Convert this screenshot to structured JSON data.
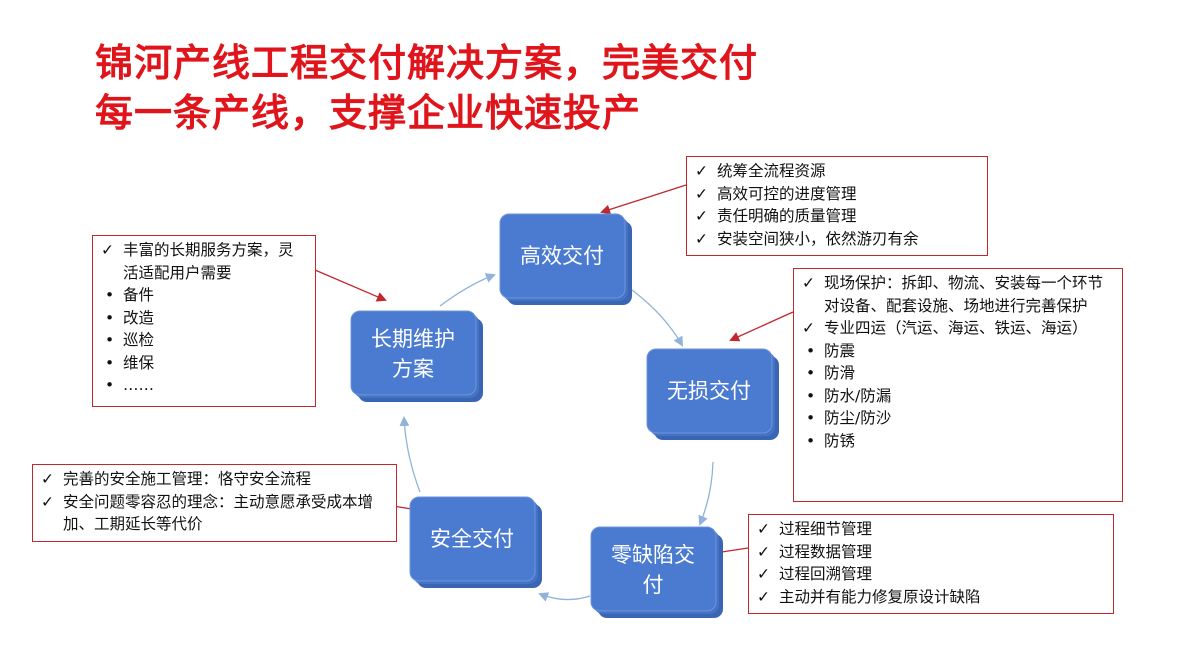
{
  "title": {
    "line1": "锦河产线工程交付解决方案，完美交付",
    "line2": "每一条产线，支撑企业快速投产"
  },
  "colors": {
    "accent": "#e0141b",
    "node": "#4472c4",
    "arrow": "#8fb3d9",
    "border": "#c0282d"
  },
  "nodes": {
    "efficient": [
      "高效交付"
    ],
    "lossless": [
      "无损交付"
    ],
    "zero_defect": [
      "零缺陷交",
      "付"
    ],
    "safety": [
      "安全交付"
    ],
    "maintenance": [
      "长期维护",
      "方案"
    ]
  },
  "boxes": {
    "efficient": {
      "items": [
        {
          "mark": "✓",
          "text": "统筹全流程资源"
        },
        {
          "mark": "✓",
          "text": "高效可控的进度管理"
        },
        {
          "mark": "✓",
          "text": "责任明确的质量管理"
        },
        {
          "mark": "✓",
          "text": "安装空间狭小，依然游刃有余"
        }
      ]
    },
    "lossless": {
      "items": [
        {
          "mark": "✓",
          "text": "现场保护：拆卸、物流、安装每一个环节对设备、配套设施、场地进行完善保护"
        },
        {
          "mark": "✓",
          "text": "专业四运（汽运、海运、铁运、海运）"
        },
        {
          "mark": "•",
          "text": "防震"
        },
        {
          "mark": "•",
          "text": "防滑"
        },
        {
          "mark": "•",
          "text": "防水/防漏"
        },
        {
          "mark": "•",
          "text": "防尘/防沙"
        },
        {
          "mark": "•",
          "text": "防锈"
        }
      ]
    },
    "zero_defect": {
      "items": [
        {
          "mark": "✓",
          "text": "过程细节管理"
        },
        {
          "mark": "✓",
          "text": "过程数据管理"
        },
        {
          "mark": "✓",
          "text": "过程回溯管理"
        },
        {
          "mark": "✓",
          "text": "主动并有能力修复原设计缺陷"
        }
      ]
    },
    "safety": {
      "items": [
        {
          "mark": "✓",
          "text": "完善的安全施工管理：恪守安全流程"
        },
        {
          "mark": "✓",
          "text": "安全问题零容忍的理念：主动意愿承受成本增加、工期延长等代价"
        }
      ]
    },
    "maintenance": {
      "items": [
        {
          "mark": "✓",
          "text": "丰富的长期服务方案，灵活适配用户需要"
        },
        {
          "mark": "•",
          "text": "备件"
        },
        {
          "mark": "•",
          "text": "改造"
        },
        {
          "mark": "•",
          "text": "巡检"
        },
        {
          "mark": "•",
          "text": "维保"
        },
        {
          "mark": "•",
          "text": "……"
        }
      ]
    }
  }
}
